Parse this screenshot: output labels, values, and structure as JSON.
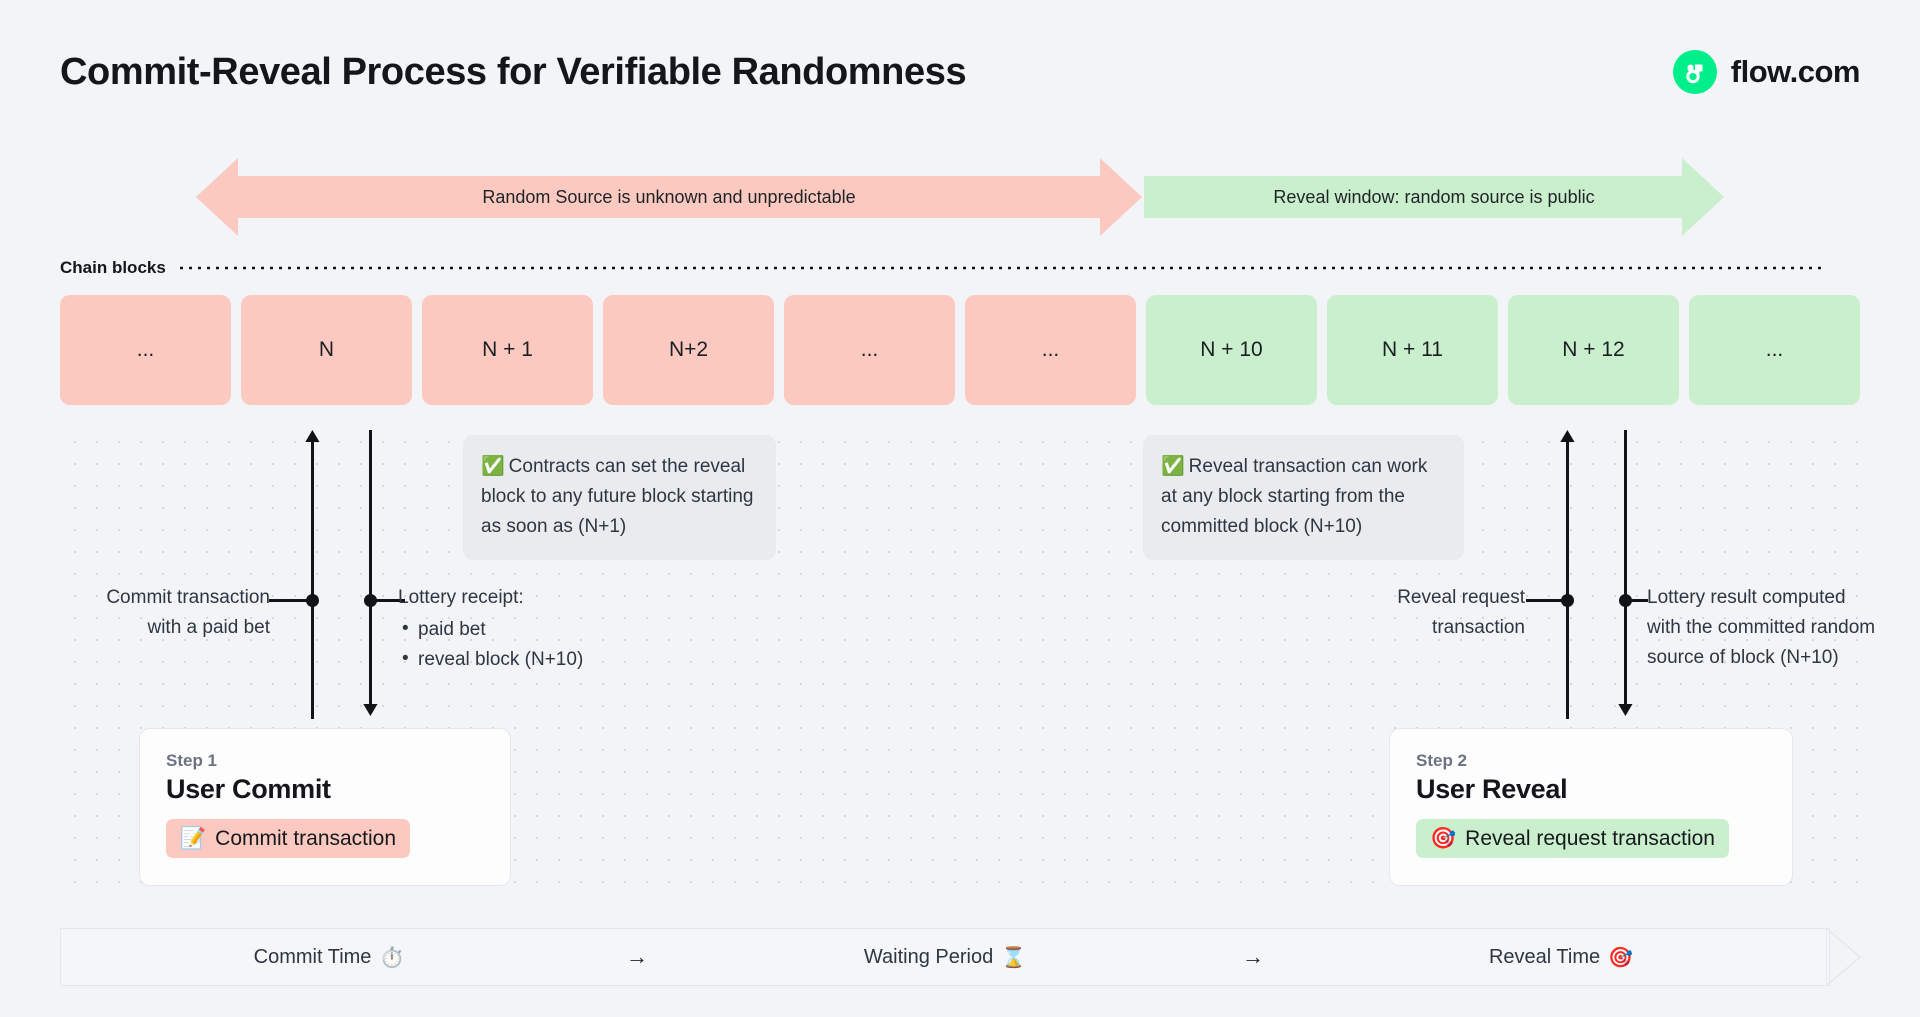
{
  "header": {
    "title": "Commit-Reveal Process for Verifiable Randomness",
    "brand_name": "flow.com",
    "brand_color": "#00ef8b"
  },
  "phases": [
    {
      "id": "unknown-phase",
      "label": "Random Source is unknown and unpredictable",
      "color": "#fbc9c0",
      "direction": "both"
    },
    {
      "id": "reveal-phase",
      "label": "Reveal window: random source is public",
      "color": "#caefcd",
      "direction": "right"
    }
  ],
  "chain": {
    "label": "Chain blocks",
    "blocks": [
      {
        "label": "...",
        "state": "pink"
      },
      {
        "label": "N",
        "state": "pink"
      },
      {
        "label": "N + 1",
        "state": "pink"
      },
      {
        "label": "N+2",
        "state": "pink"
      },
      {
        "label": "...",
        "state": "pink"
      },
      {
        "label": "...",
        "state": "pink"
      },
      {
        "label": "N + 10",
        "state": "green"
      },
      {
        "label": "N + 11",
        "state": "green"
      },
      {
        "label": "N + 12",
        "state": "green"
      },
      {
        "label": "...",
        "state": "green"
      }
    ],
    "pink_color": "#fbc9c0",
    "green_color": "#caefcd"
  },
  "callouts": {
    "left": {
      "icon": "check-mark-icon",
      "text": "Contracts can set the reveal block to any future block starting as soon as (N+1)"
    },
    "right": {
      "icon": "check-mark-icon",
      "text": "Reveal transaction can work at any block starting from the committed block (N+10)"
    }
  },
  "annotations": {
    "commit_tx": {
      "line1": "Commit transaction",
      "line2": "with a paid bet"
    },
    "lottery_receipt": {
      "title": "Lottery receipt:",
      "items": [
        "paid bet",
        "reveal block (N+10)"
      ]
    },
    "reveal_request": {
      "line1": "Reveal request",
      "line2": "transaction"
    },
    "lottery_result": {
      "text": "Lottery result computed with the committed random source of block (N+10)"
    }
  },
  "steps": [
    {
      "eyebrow": "Step 1",
      "title": "User Commit",
      "chip_label": "Commit transaction",
      "chip_icon": "memo-icon",
      "chip_emoji": "📝",
      "chip_color": "#fbc9c0"
    },
    {
      "eyebrow": "Step 2",
      "title": "User Reveal",
      "chip_label": "Reveal request transaction",
      "chip_icon": "target-icon",
      "chip_emoji": "🎯",
      "chip_color": "#caefcd"
    }
  ],
  "timeline": {
    "segments": [
      {
        "label": "Commit Time",
        "emoji": "⏱️",
        "icon": "stopwatch-icon"
      },
      {
        "label": "Waiting Period",
        "emoji": "⌛",
        "icon": "hourglass-icon"
      },
      {
        "label": "Reveal Time",
        "emoji": "🎯",
        "icon": "target-icon"
      }
    ],
    "arrow": "→"
  }
}
